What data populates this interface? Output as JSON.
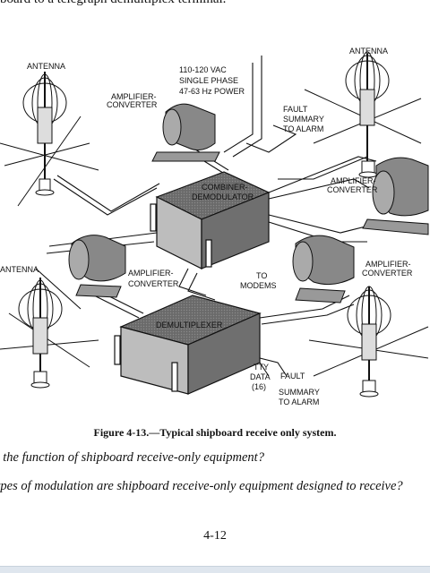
{
  "page": {
    "top_text": "board to a telegraph demultiplex terminal.",
    "figure": {
      "labels": {
        "antenna_tl": "ANTENNA",
        "antenna_tr": "ANTENNA",
        "antenna_ml": "ANTENNA",
        "amp_tl_1": "AMPLIFIER-",
        "amp_tl_2": "CONVERTER",
        "power_1": "110-120 VAC",
        "power_2": "SINGLE PHASE",
        "power_3": "47-63 Hz POWER",
        "fault_top_1": "FAULT",
        "fault_top_2": "SUMMARY",
        "fault_top_3": "TO ALARM",
        "combiner_1": "COMBINER-",
        "combiner_2": "DEMODULATOR",
        "amp_r1_1": "AMPLIFIER-",
        "amp_r1_2": "CONVERTER",
        "amp_l_1": "AMPLIFIER-",
        "amp_l_2": "CONVERTER",
        "modems_1": "TO",
        "modems_2": "MODEMS",
        "amp_r2_1": "AMPLIFIER-",
        "amp_r2_2": "CONVERTER",
        "demux": "DEMULTIPLEXER",
        "tty_1": "TTY",
        "tty_2": "DATA",
        "tty_3": "(16)",
        "fault_bot_1": "FAULT",
        "fault_bot_2": "SUMMARY",
        "fault_bot_3": "TO ALARM"
      },
      "caption": "Figure 4-13.—Typical shipboard receive only system."
    },
    "questions": [
      "s the function of shipboard receive-only equipment?",
      "ypes of modulation are shipboard receive-only equipment designed to receive?"
    ],
    "page_number": "4-12"
  }
}
